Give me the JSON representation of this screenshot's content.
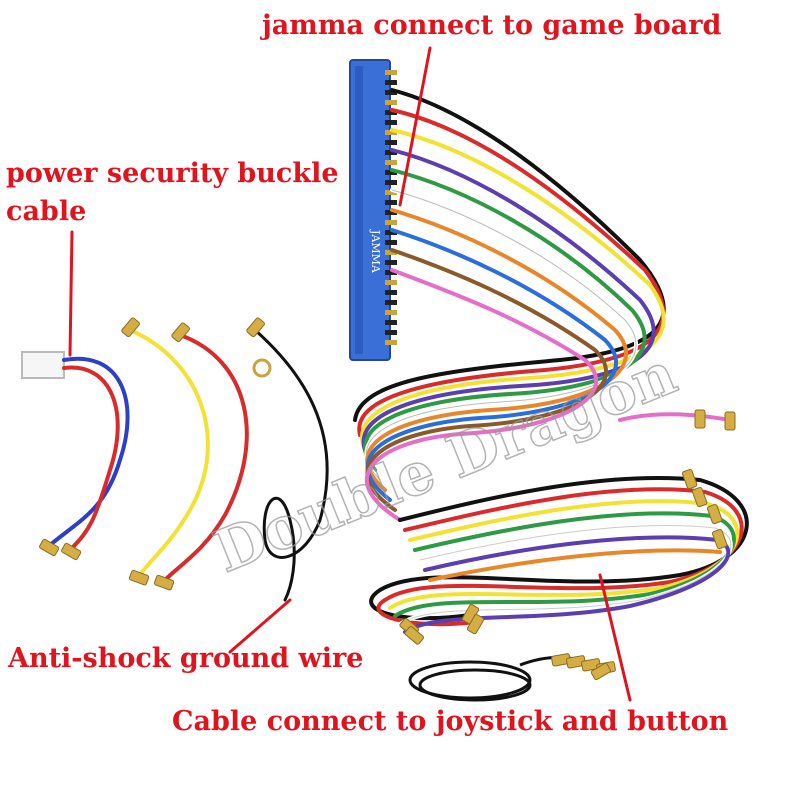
{
  "colors": {
    "label_text": "#e0141e",
    "arrow": "#e0141e",
    "connector_blue": "#3a6fd8",
    "watermark": "#9a9a9a"
  },
  "labels": {
    "jamma": "jamma connect to game board",
    "power_line1": "power security buckle",
    "power_line2": "cable",
    "ground": "Anti-shock ground wire",
    "cable": "Cable connect to joystick and button"
  },
  "connector_text": "JAMMA",
  "watermark": "Double Dragon"
}
